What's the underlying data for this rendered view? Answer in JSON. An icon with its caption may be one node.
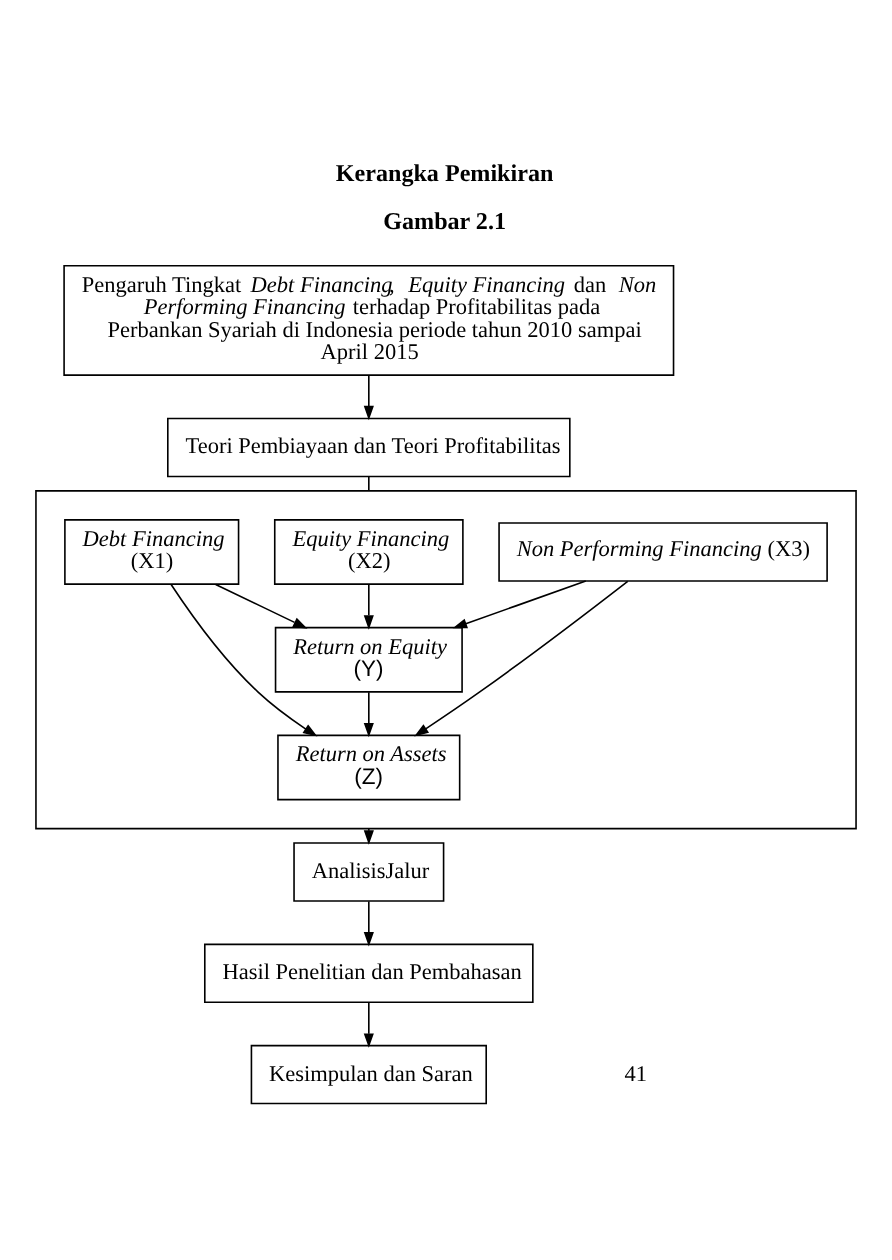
{
  "diagram": {
    "title": "Kerangka Pemikiran",
    "caption": "Gambar 2.1",
    "nodes": [
      {
        "text": [
          "Pengaruh Tingkat *Debt Financing*, *Equity Financing* dan *Non Performing Financing* terhadap Profitabilitas pada Perbankan Syariah di Indonesia periode tahun 2010 sampai April 2015"
        ]
      },
      {
        "text": [
          "Teori Pembiayaan dan Teori Profitabilitas"
        ]
      },
      {
        "text": [],
        "shape": "box"
      },
      {
        "text": [
          "Debt Financing",
          "(X1)"
        ],
        "in": 2
      },
      {
        "text": [
          "Equity Financing",
          "(X2)"
        ],
        "in": 2
      },
      {
        "text": [
          "*Non Performing Financing* (X3)"
        ],
        "in": 2
      },
      {
        "text": [
          "Return on Equity",
          "(Y)"
        ],
        "in": 2
      },
      {
        "text": [
          "Return on Assets",
          "(Z)"
        ],
        "in": 2
      },
      {
        "text": [
          "AnalisisJalur"
        ]
      },
      {
        "text": [
          "Hasil Penelitian dan Pembahasan"
        ]
      },
      {
        "text": [
          "Kesimpulan dan Saran"
        ]
      }
    ],
    "edges": [
      {
        "from": 0,
        "to": 1,
        "arrow": "to"
      },
      {
        "from": 1,
        "to": 2,
        "arrow": "none"
      },
      {
        "from": 3,
        "to": 6,
        "arrow": "to"
      },
      {
        "from": 3,
        "to": 7,
        "arrow": "to"
      },
      {
        "from": 4,
        "to": 6,
        "arrow": "to"
      },
      {
        "from": 5,
        "to": 6,
        "arrow": "to"
      },
      {
        "from": 5,
        "to": 7,
        "arrow": "to"
      },
      {
        "from": 6,
        "to": 7,
        "arrow": "to"
      },
      {
        "from": 2,
        "to": 8,
        "arrow": "to"
      },
      {
        "from": 8,
        "to": 9,
        "arrow": "to"
      },
      {
        "from": 9,
        "to": 10,
        "arrow": "to"
      }
    ],
    "labels": [
      "41"
    ]
  }
}
